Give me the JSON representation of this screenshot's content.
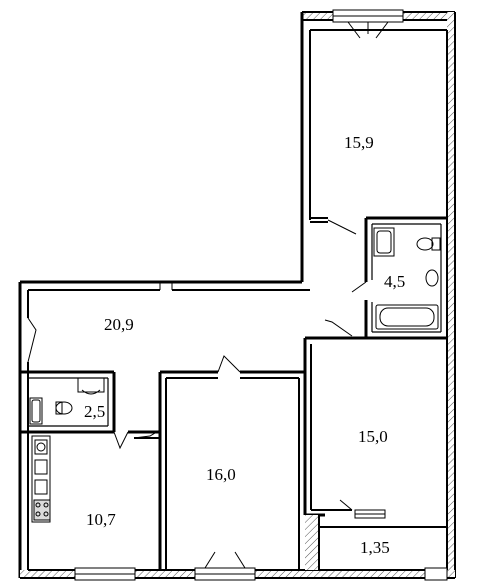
{
  "rooms": {
    "bedroom_top_right": {
      "area": "15,9"
    },
    "bathroom": {
      "area": "4,5"
    },
    "hall": {
      "area": "20,9"
    },
    "toilet": {
      "area": "2,5"
    },
    "bedroom_right": {
      "area": "15,0"
    },
    "bedroom_center": {
      "area": "16,0"
    },
    "kitchen": {
      "area": "10,7"
    },
    "balcony": {
      "area": "1,35"
    }
  }
}
